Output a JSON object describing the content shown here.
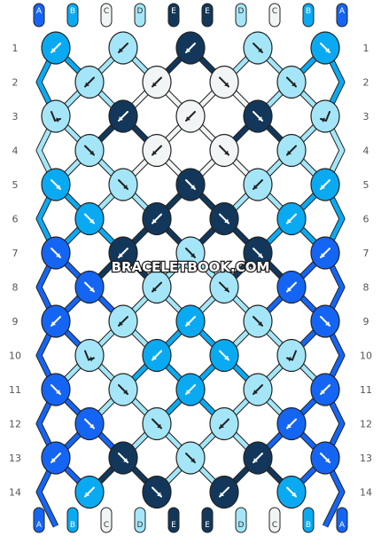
{
  "watermark": "BRACELETBOOK.COM",
  "colors": {
    "A": "#1565f4",
    "B": "#0aaaf2",
    "C": "#f2f5f5",
    "D": "#a4e6f8",
    "E": "#12375a"
  },
  "top_strands": [
    "A",
    "B",
    "C",
    "D",
    "E",
    "E",
    "D",
    "C",
    "B",
    "A"
  ],
  "bottom_strands": [
    "A",
    "B",
    "C",
    "D",
    "E",
    "E",
    "D",
    "C",
    "B",
    "A"
  ],
  "rows": [
    {
      "number": "1",
      "knots": [
        {
          "color": "B",
          "arrow": "left"
        },
        {
          "color": "D",
          "arrow": "left"
        },
        {
          "color": "E",
          "arrow": "left"
        },
        {
          "color": "D",
          "arrow": "right"
        },
        {
          "color": "B",
          "arrow": "right"
        }
      ]
    },
    {
      "number": "2",
      "knots": [
        {
          "color": "D",
          "arrow": "left"
        },
        {
          "color": "C",
          "arrow": "left"
        },
        {
          "color": "C",
          "arrow": "right"
        },
        {
          "color": "D",
          "arrow": "right"
        }
      ]
    },
    {
      "number": "3",
      "knots": [
        {
          "color": "D",
          "arrow": "ltr"
        },
        {
          "color": "E",
          "arrow": "left"
        },
        {
          "color": "C",
          "arrow": "left"
        },
        {
          "color": "E",
          "arrow": "right"
        },
        {
          "color": "D",
          "arrow": "rtl"
        }
      ]
    },
    {
      "number": "4",
      "knots": [
        {
          "color": "D",
          "arrow": "right"
        },
        {
          "color": "C",
          "arrow": "left"
        },
        {
          "color": "C",
          "arrow": "right"
        },
        {
          "color": "D",
          "arrow": "left"
        }
      ]
    },
    {
      "number": "5",
      "knots": [
        {
          "color": "B",
          "arrow": "right"
        },
        {
          "color": "D",
          "arrow": "right"
        },
        {
          "color": "E",
          "arrow": "right"
        },
        {
          "color": "D",
          "arrow": "left"
        },
        {
          "color": "B",
          "arrow": "left"
        }
      ]
    },
    {
      "number": "6",
      "knots": [
        {
          "color": "B",
          "arrow": "right"
        },
        {
          "color": "E",
          "arrow": "left"
        },
        {
          "color": "E",
          "arrow": "right"
        },
        {
          "color": "B",
          "arrow": "left"
        }
      ]
    },
    {
      "number": "7",
      "knots": [
        {
          "color": "A",
          "arrow": "right"
        },
        {
          "color": "E",
          "arrow": "left"
        },
        {
          "color": "D",
          "arrow": "right"
        },
        {
          "color": "E",
          "arrow": "right"
        },
        {
          "color": "A",
          "arrow": "left"
        }
      ]
    },
    {
      "number": "8",
      "knots": [
        {
          "color": "A",
          "arrow": "right"
        },
        {
          "color": "D",
          "arrow": "left"
        },
        {
          "color": "D",
          "arrow": "right"
        },
        {
          "color": "A",
          "arrow": "left"
        }
      ]
    },
    {
      "number": "9",
      "knots": [
        {
          "color": "A",
          "arrow": "left"
        },
        {
          "color": "D",
          "arrow": "left"
        },
        {
          "color": "B",
          "arrow": "left"
        },
        {
          "color": "D",
          "arrow": "right"
        },
        {
          "color": "A",
          "arrow": "right"
        }
      ]
    },
    {
      "number": "10",
      "knots": [
        {
          "color": "D",
          "arrow": "ltr"
        },
        {
          "color": "B",
          "arrow": "left"
        },
        {
          "color": "B",
          "arrow": "right"
        },
        {
          "color": "D",
          "arrow": "rtl"
        }
      ]
    },
    {
      "number": "11",
      "knots": [
        {
          "color": "A",
          "arrow": "right"
        },
        {
          "color": "D",
          "arrow": "right"
        },
        {
          "color": "B",
          "arrow": "left"
        },
        {
          "color": "D",
          "arrow": "left"
        },
        {
          "color": "A",
          "arrow": "left"
        }
      ]
    },
    {
      "number": "12",
      "knots": [
        {
          "color": "A",
          "arrow": "right"
        },
        {
          "color": "D",
          "arrow": "right"
        },
        {
          "color": "D",
          "arrow": "left"
        },
        {
          "color": "A",
          "arrow": "left"
        }
      ]
    },
    {
      "number": "13",
      "knots": [
        {
          "color": "A",
          "arrow": "left"
        },
        {
          "color": "E",
          "arrow": "right"
        },
        {
          "color": "D",
          "arrow": "right"
        },
        {
          "color": "E",
          "arrow": "left"
        },
        {
          "color": "A",
          "arrow": "right"
        }
      ]
    },
    {
      "number": "14",
      "knots": [
        {
          "color": "B",
          "arrow": "left"
        },
        {
          "color": "E",
          "arrow": "right"
        },
        {
          "color": "E",
          "arrow": "left"
        },
        {
          "color": "B",
          "arrow": "right"
        }
      ]
    }
  ]
}
